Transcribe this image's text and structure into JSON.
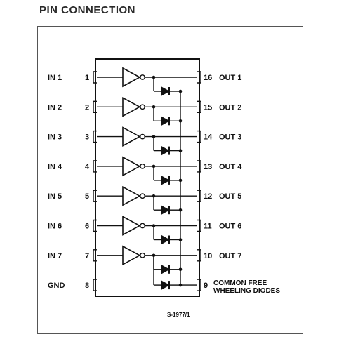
{
  "heading": "PIN CONNECTION",
  "left_pins": [
    {
      "name": "IN 1",
      "num": "1"
    },
    {
      "name": "IN 2",
      "num": "2"
    },
    {
      "name": "IN 3",
      "num": "3"
    },
    {
      "name": "IN 4",
      "num": "4"
    },
    {
      "name": "IN 5",
      "num": "5"
    },
    {
      "name": "IN 6",
      "num": "6"
    },
    {
      "name": "IN 7",
      "num": "7"
    },
    {
      "name": "GND",
      "num": "8"
    }
  ],
  "right_pins": [
    {
      "name": "OUT 1",
      "num": "16"
    },
    {
      "name": "OUT 2",
      "num": "15"
    },
    {
      "name": "OUT 3",
      "num": "14"
    },
    {
      "name": "OUT 4",
      "num": "13"
    },
    {
      "name": "OUT 5",
      "num": "12"
    },
    {
      "name": "OUT 6",
      "num": "11"
    },
    {
      "name": "OUT 7",
      "num": "10"
    },
    {
      "name": "COMMON FREE",
      "name2": "WHEELING DIODES",
      "num": "9"
    }
  ],
  "figure_code": "S-1977/1"
}
